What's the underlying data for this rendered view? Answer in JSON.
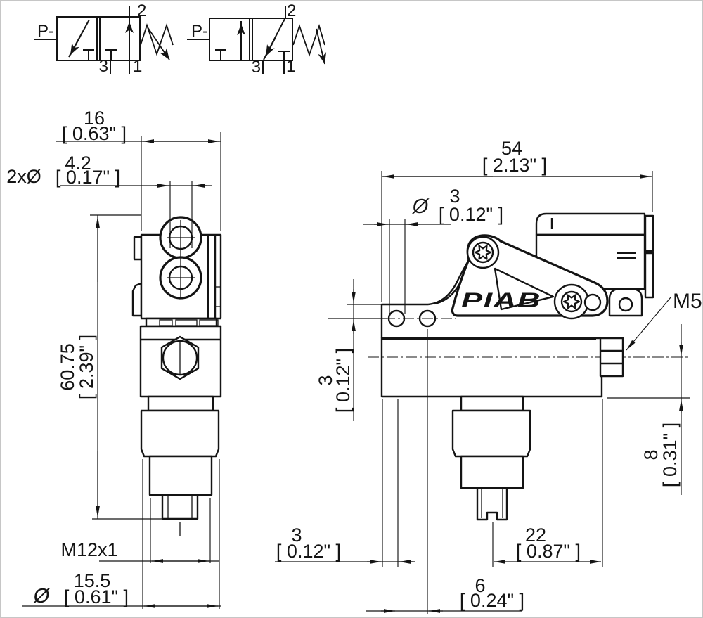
{
  "brand_label": "PIAB",
  "schematic": {
    "supply_label": "P-",
    "port_top": "2",
    "port_exhaust": "3",
    "port_out": "1"
  },
  "front_view": {
    "width_mm": "16",
    "width_in": "[ 0.63\" ]",
    "holes_prefix": "2xØ",
    "holes_mm": "4.2",
    "holes_in": "[ 0.17\" ]",
    "height_mm": "60.75",
    "height_in": "[ 2.39\" ]",
    "thread_label": "M12x1",
    "dia_prefix": "Ø",
    "dia_mm": "15.5",
    "dia_in": "[ 0.61\" ]"
  },
  "side_view": {
    "width_mm": "54",
    "width_in": "[ 2.13\" ]",
    "hole_dia_prefix": "Ø",
    "hole_dia_mm": "3",
    "hole_dia_in": "[ 0.12\" ]",
    "hole_voffset_mm": "3",
    "hole_voffset_in": "[ 0.12\" ]",
    "port_thread_label": "M5",
    "port_height_mm": "8",
    "port_height_in": "[ 0.31\" ]",
    "edge_offset_mm": "3",
    "edge_offset_in": "[ 0.12\" ]",
    "stem_offset_mm": "22",
    "stem_offset_in": "[ 0.87\" ]",
    "hole_pitch_mm": "6",
    "hole_pitch_in": "[ 0.24\" ]"
  }
}
